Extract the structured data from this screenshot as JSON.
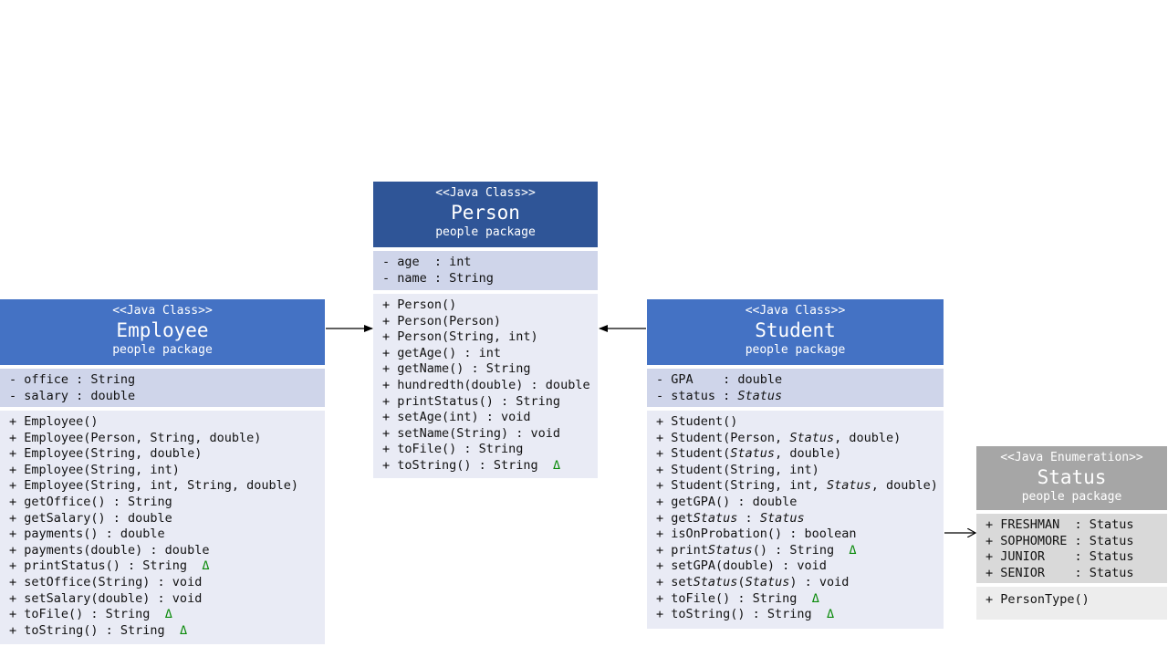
{
  "colors": {
    "blue_header": "#4472c4",
    "dark_blue_header": "#2f5597",
    "attr_bg": "#cfd5ea",
    "method_bg": "#e9ebf5",
    "gray_header": "#a6a6a6",
    "gray_attr": "#d9d9d9",
    "gray_method": "#ededed",
    "delta": "#0a8a0a"
  },
  "person": {
    "stereotype": "<<Java Class>>",
    "name": "Person",
    "package": "people package",
    "attributes": [
      "- age  : int",
      "- name : String"
    ],
    "methods": [
      "+ Person()",
      "+ Person(Person)",
      "+ Person(String, int)",
      "+ getAge() : int",
      "+ getName() : String",
      "+ hundredth(double) : double",
      "+ printStatus() : String",
      "+ setAge(int) : void",
      "+ setName(String) : void",
      "+ toFile() : String",
      "+ toString() : String"
    ]
  },
  "employee": {
    "stereotype": "<<Java Class>>",
    "name": "Employee",
    "package": "people package",
    "attributes": [
      "- office : String",
      "- salary : double"
    ],
    "methods": [
      "+ Employee()",
      "+ Employee(Person, String, double)",
      "+ Employee(String, double)",
      "+ Employee(String, int)",
      "+ Employee(String, int, String, double)",
      "+ getOffice() : String",
      "+ getSalary() : double",
      "+ payments() : double",
      "+ payments(double) : double",
      "+ printStatus() : String",
      "+ setOffice(String) : void",
      "+ setSalary(double) : void",
      "+ toFile() : String",
      "+ toString() : String"
    ]
  },
  "student": {
    "stereotype": "<<Java Class>>",
    "name": "Student",
    "package": "people package",
    "attributes": [
      "- GPA    : double",
      "- status : Status"
    ],
    "methods": [
      "+ Student()",
      "+ Student(Person, Status, double)",
      "+ Student(Status, double)",
      "+ Student(String, int)",
      "+ Student(String, int, Status, double)",
      "+ getGPA() : double",
      "+ getStatus : Status",
      "+ isOnProbation() : boolean",
      "+ printStatus() : String",
      "+ setGPA(double) : void",
      "+ setStatus(Status) : void",
      "+ toFile() : String",
      "+ toString() : String"
    ]
  },
  "status": {
    "stereotype": "<<Java Enumeration>>",
    "name": "Status",
    "package": "people package",
    "attributes": [
      "+ FRESHMAN  : Status",
      "+ SOPHOMORE : Status",
      "+ JUNIOR    : Status",
      "+ SENIOR    : Status"
    ],
    "methods": [
      "+ PersonType()"
    ]
  },
  "override_marker": "Δ"
}
